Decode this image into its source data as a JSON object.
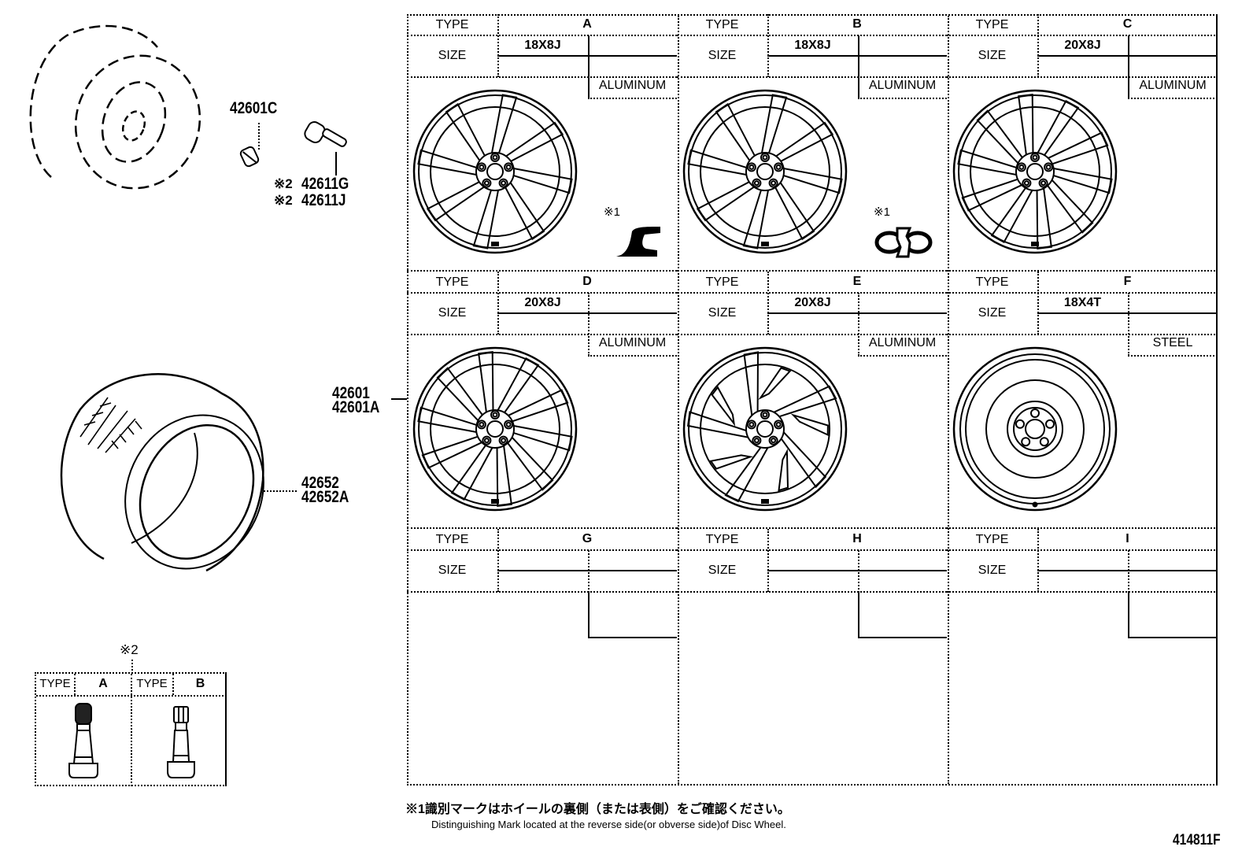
{
  "diagram": {
    "drawing_number": "414811F",
    "callouts": {
      "hub_nut": "42601C",
      "valve_1": "42611G",
      "valve_2": "42611J",
      "valve_mark": "※2",
      "wheel_1": "42601",
      "wheel_2": "42601A",
      "tire_1": "42652",
      "tire_2": "42652A"
    },
    "wheel_table": {
      "type_label": "TYPE",
      "size_label": "SIZE",
      "cells": [
        {
          "type": "A",
          "size": "18X8J",
          "material": "ALUMINUM",
          "mark": "※1",
          "mark_icon": "offset-block-mark"
        },
        {
          "type": "B",
          "size": "18X8J",
          "material": "ALUMINUM",
          "mark": "※1",
          "mark_icon": "interlocked-rings-mark"
        },
        {
          "type": "C",
          "size": "20X8J",
          "material": "ALUMINUM"
        },
        {
          "type": "D",
          "size": "20X8J",
          "material": "ALUMINUM"
        },
        {
          "type": "E",
          "size": "20X8J",
          "material": "ALUMINUM"
        },
        {
          "type": "F",
          "size": "18X4T",
          "material": "STEEL"
        },
        {
          "type": "G",
          "size": "",
          "material": ""
        },
        {
          "type": "H",
          "size": "",
          "material": ""
        },
        {
          "type": "I",
          "size": "",
          "material": ""
        }
      ]
    },
    "valve_table": {
      "mark": "※2",
      "type_label": "TYPE",
      "columns": [
        {
          "type": "A",
          "style": "valve-with-dark-cap"
        },
        {
          "type": "B",
          "style": "valve-with-hex-cap"
        }
      ]
    },
    "footnote": {
      "mark": "※1",
      "japanese": "識別マークはホイールの裏側（または表側）をご確認ください。",
      "english": "Distinguishing Mark located at the reverse side(or obverse side)of Disc Wheel."
    }
  }
}
